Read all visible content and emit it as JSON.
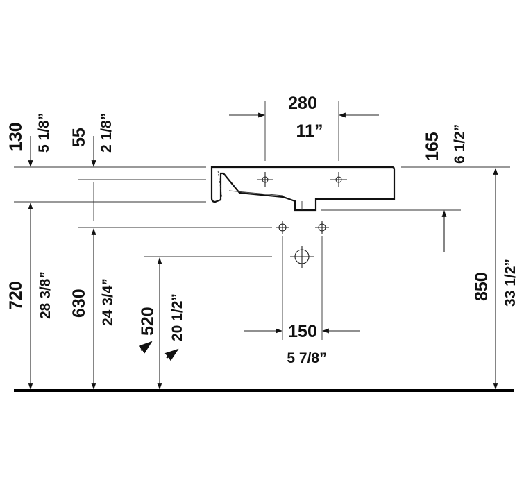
{
  "dimensions": {
    "top_width_mm": "280",
    "top_width_in": "11”",
    "left_top_mm": "130",
    "left_top_in": "5 1/8”",
    "mid_top_mm": "55",
    "mid_top_in": "2 1/8”",
    "right_top_mm": "165",
    "right_top_in": "6 1/2”",
    "height_720_mm": "720",
    "height_720_in": "28 3/8”",
    "height_630_mm": "630",
    "height_630_in": "24 3/4”",
    "height_520_mm": "520",
    "height_520_in": "20 1/2”",
    "height_850_mm": "850",
    "height_850_in": "33 1/2”",
    "bottom_width_mm": "150",
    "bottom_width_in": "5 7/8”"
  }
}
